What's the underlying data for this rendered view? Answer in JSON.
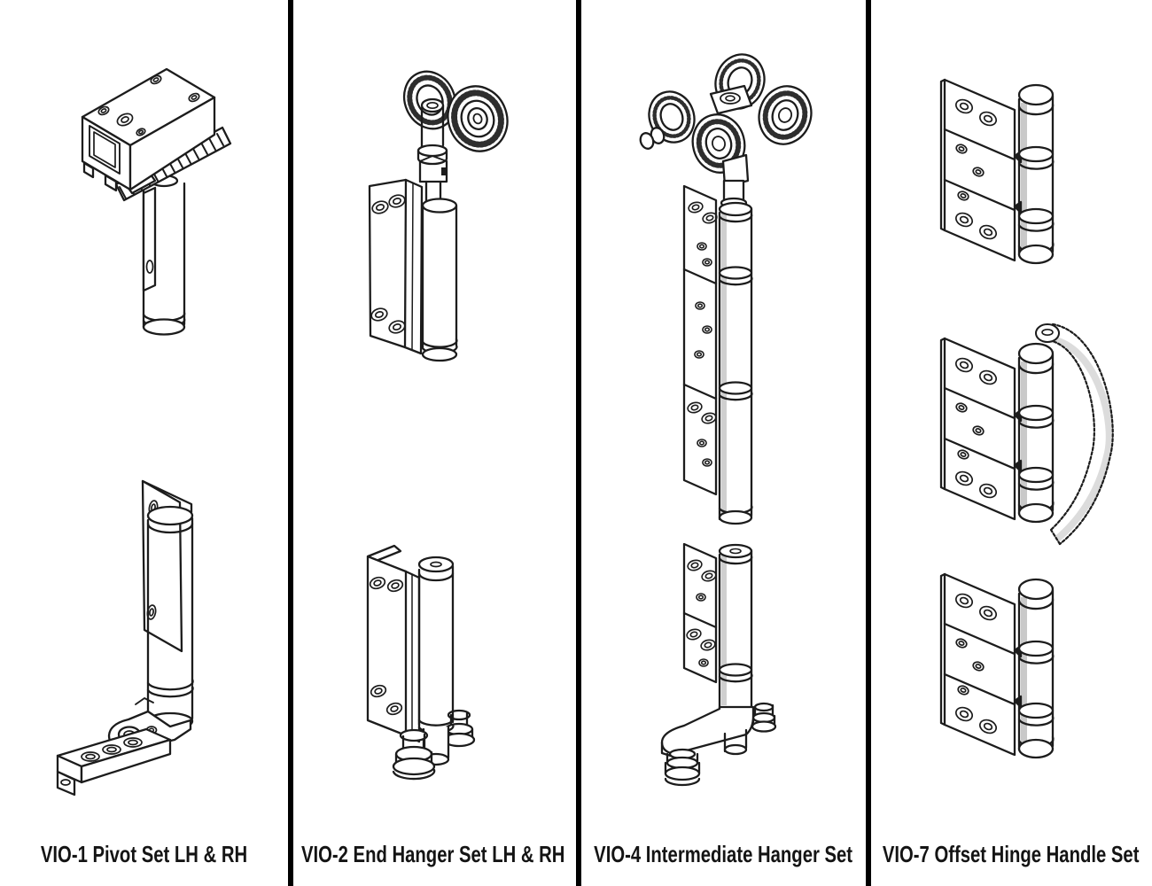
{
  "page": {
    "background": "#ffffff",
    "line_color": "#1c1c1c",
    "divider_color": "#000000"
  },
  "columns": [
    {
      "code": "VIO-1",
      "label": "VIO-1 Pivot Set LH & RH",
      "items": [
        "top-pivot-rack-plate-assembly",
        "bottom-pivot-floor-bracket-assembly"
      ]
    },
    {
      "code": "VIO-2",
      "label": "VIO-2 End Hanger Set LH & RH",
      "items": [
        "end-hanger-twin-roller-hinge",
        "bottom-guide-hinge-with-rollers"
      ]
    },
    {
      "code": "VIO-4",
      "label": "VIO-4 Intermediate Hanger Set",
      "items": [
        "quad-roller-hinge-stack-with-floor-guide"
      ]
    },
    {
      "code": "VIO-7",
      "label": "VIO-7 Offset Hinge Handle Set",
      "items": [
        "offset-hinge",
        "offset-hinge-with-pull-handle",
        "offset-hinge"
      ]
    }
  ]
}
